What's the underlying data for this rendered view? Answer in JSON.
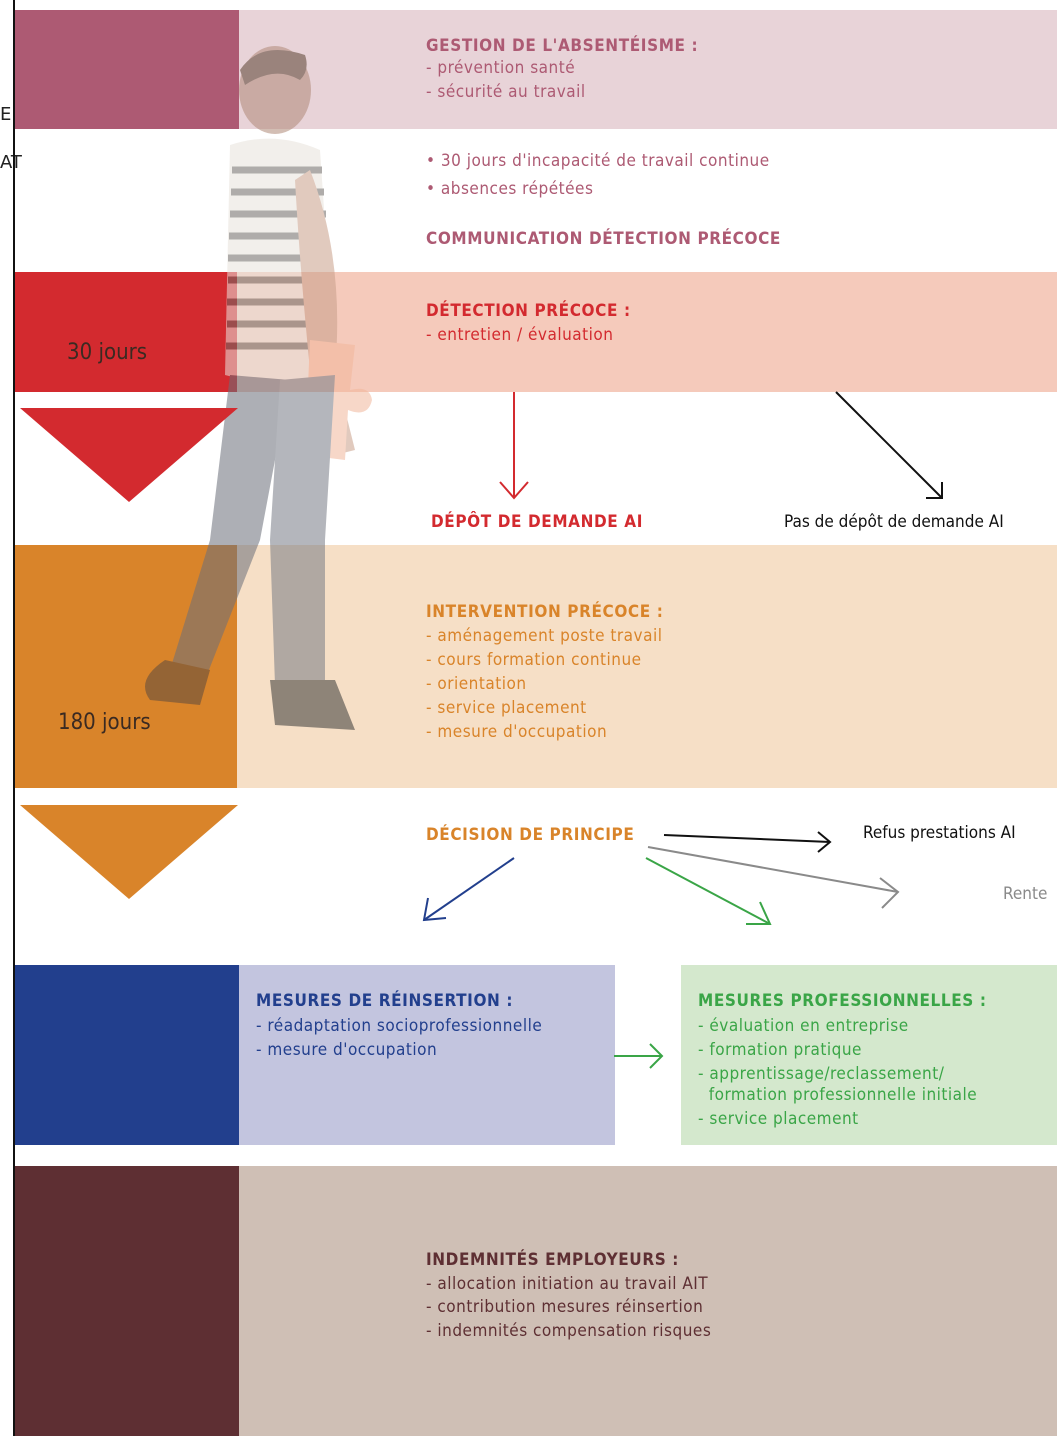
{
  "colors": {
    "absenteisme": "#ad5a73",
    "absenteisme_bg": "#e8d3d8",
    "detection": "#d32a2f",
    "detection_bg": "#f5cabb",
    "intervention": "#d9842a",
    "intervention_bg": "#f6dfc6",
    "reinsertion": "#223f8d",
    "reinsertion_bg": "#c3c5df",
    "professionnelles": "#3aa547",
    "professionnelles_bg": "#d4e8cd",
    "indemnites": "#5e2f33",
    "indemnites_bg": "#cfbfb5"
  },
  "left_fragments": [
    "E",
    "AT"
  ],
  "absenteisme": {
    "title": "GESTION DE L'ABSENTÉISME :",
    "items": [
      "- prévention santé",
      "- sécurité au travail"
    ]
  },
  "triggers": {
    "items": [
      "• 30 jours d'incapacité de travail continue",
      "• absences répétées"
    ],
    "communication": "COMMUNICATION DÉTECTION PRÉCOCE"
  },
  "detection": {
    "days": "30 jours",
    "title": "DÉTECTION PRÉCOCE :",
    "items": [
      "- entretien / évaluation"
    ]
  },
  "depot": {
    "yes": "DÉPÔT DE DEMANDE AI",
    "no": "Pas de dépôt de demande AI"
  },
  "intervention": {
    "days": "180 jours",
    "title": "INTERVENTION PRÉCOCE :",
    "items": [
      "- aménagement poste travail",
      "- cours formation continue",
      "- orientation",
      "- service placement",
      "- mesure d'occupation"
    ]
  },
  "decision": {
    "title": "DÉCISION DE PRINCIPE",
    "refus": "Refus prestations AI",
    "rente": "Rente"
  },
  "reinsertion": {
    "title": "MESURES DE RÉINSERTION :",
    "items": [
      "- réadaptation socioprofessionnelle",
      "- mesure d'occupation"
    ]
  },
  "professionnelles": {
    "title": "MESURES PROFESSIONNELLES :",
    "items": [
      "- évaluation en entreprise",
      "- formation pratique",
      "- apprentissage/reclassement/",
      "  formation professionnelle initiale",
      "- service placement"
    ]
  },
  "indemnites": {
    "title": "INDEMNITÉS EMPLOYEURS :",
    "items": [
      "- allocation initiation au travail AIT",
      "- contribution mesures réinsertion",
      "- indemnités compensation risques"
    ]
  }
}
